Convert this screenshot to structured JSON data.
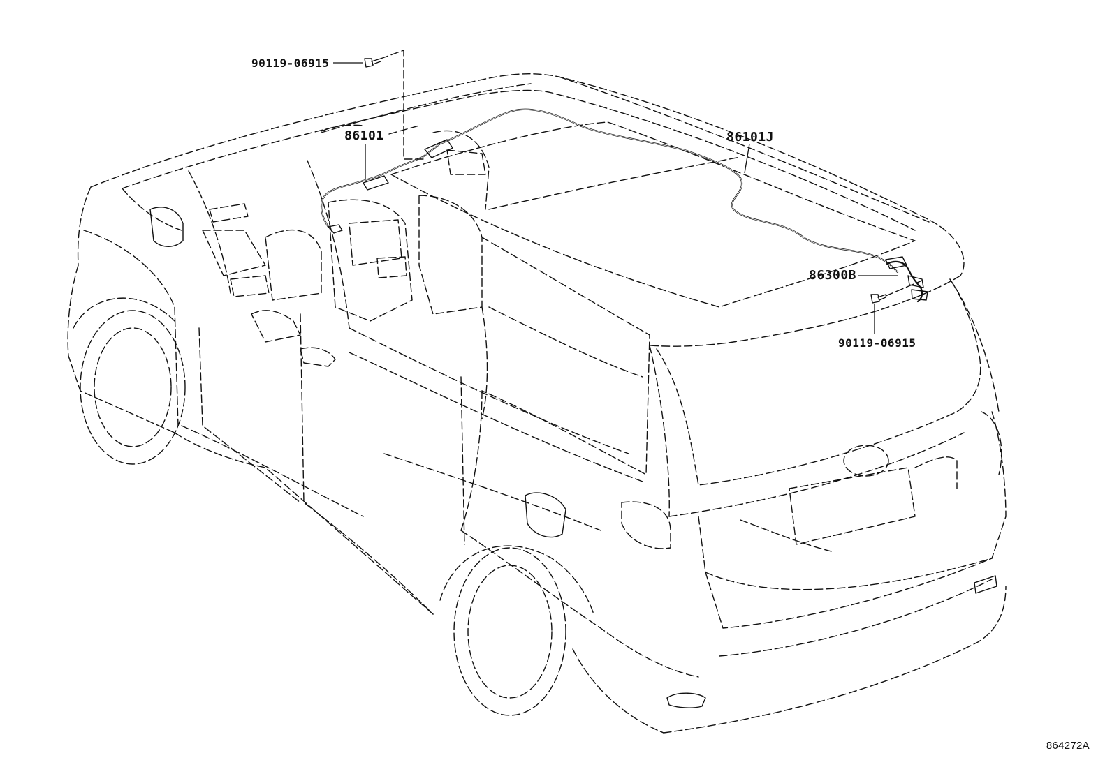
{
  "parts": {
    "bolt_upper": "90119-06915",
    "wire_front": "86101",
    "wire_rear": "86101J",
    "bracket": "86300B",
    "bolt_lower": "90119-06915"
  },
  "diagram_number": "864272A"
}
